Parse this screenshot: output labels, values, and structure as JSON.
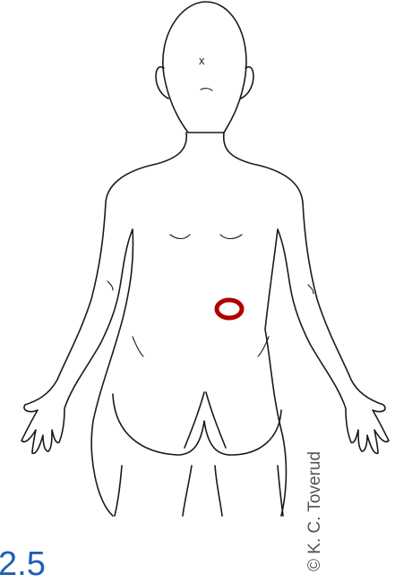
{
  "figure": {
    "head_mark": "x",
    "copyright": "© K. C. Toverud",
    "caption": "2.5",
    "colors": {
      "outline": "#1a1a1a",
      "marker": "#b00000",
      "caption": "#1f5fb4",
      "copyright": "#555555"
    },
    "marker_shape": "ring"
  }
}
